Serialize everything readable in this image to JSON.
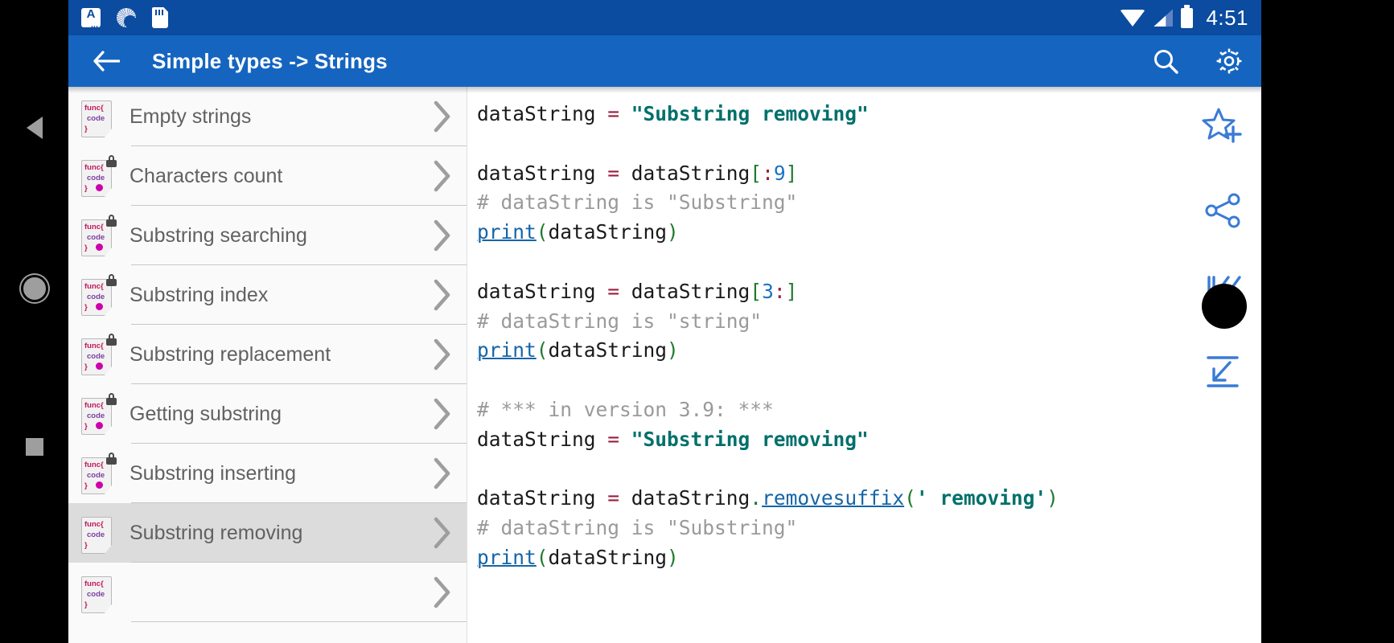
{
  "statusbar": {
    "time": "4:51",
    "icons_left": [
      "a-note-icon",
      "sync-icon",
      "sd-card-icon"
    ],
    "icons_right": [
      "wifi-icon",
      "signal-icon",
      "battery-icon"
    ]
  },
  "appbar": {
    "back_label": "back-arrow-icon",
    "title": "Simple types -> Strings",
    "actions": [
      {
        "name": "search-icon"
      },
      {
        "name": "settings-gear-icon"
      }
    ],
    "background": "#1565c0"
  },
  "sidebar": {
    "items": [
      {
        "label": "Empty strings",
        "locked": false,
        "dot": false,
        "selected": false
      },
      {
        "label": "Characters count",
        "locked": true,
        "dot": true,
        "selected": false
      },
      {
        "label": "Substring searching",
        "locked": true,
        "dot": true,
        "selected": false
      },
      {
        "label": "Substring index",
        "locked": true,
        "dot": true,
        "selected": false
      },
      {
        "label": "Substring replacement",
        "locked": true,
        "dot": true,
        "selected": false
      },
      {
        "label": "Getting substring",
        "locked": true,
        "dot": true,
        "selected": false
      },
      {
        "label": "Substring inserting",
        "locked": true,
        "dot": true,
        "selected": false
      },
      {
        "label": "Substring removing",
        "locked": false,
        "dot": false,
        "selected": true
      },
      {
        "label": "",
        "locked": false,
        "dot": false,
        "selected": false
      }
    ],
    "icon_name": "code-snippet-icon",
    "icon_text": {
      "line1": "func{",
      "line2": "code",
      "line3": "}"
    },
    "chevron_name": "chevron-right-icon"
  },
  "code": {
    "language": "python",
    "lines": [
      [
        {
          "t": "dataString ",
          "c": "k-var"
        },
        {
          "t": "=",
          "c": "k-op"
        },
        {
          "t": " ",
          "c": "k-var"
        },
        {
          "t": "\"Substring removing\"",
          "c": "k-str"
        }
      ],
      [],
      [
        {
          "t": "dataString ",
          "c": "k-var"
        },
        {
          "t": "=",
          "c": "k-op"
        },
        {
          "t": " dataString",
          "c": "k-var"
        },
        {
          "t": "[",
          "c": "k-brk"
        },
        {
          "t": ":",
          "c": "k-op"
        },
        {
          "t": "9",
          "c": "k-num"
        },
        {
          "t": "]",
          "c": "k-brk"
        }
      ],
      [
        {
          "t": "# dataString is \"Substring\"",
          "c": "k-com"
        }
      ],
      [
        {
          "t": "print",
          "c": "k-fn"
        },
        {
          "t": "(",
          "c": "k-punc"
        },
        {
          "t": "dataString",
          "c": "k-var"
        },
        {
          "t": ")",
          "c": "k-punc"
        }
      ],
      [],
      [
        {
          "t": "dataString ",
          "c": "k-var"
        },
        {
          "t": "=",
          "c": "k-op"
        },
        {
          "t": " dataString",
          "c": "k-var"
        },
        {
          "t": "[",
          "c": "k-brk"
        },
        {
          "t": "3",
          "c": "k-num"
        },
        {
          "t": ":",
          "c": "k-op"
        },
        {
          "t": "]",
          "c": "k-brk"
        }
      ],
      [
        {
          "t": "# dataString is \"string\"",
          "c": "k-com"
        }
      ],
      [
        {
          "t": "print",
          "c": "k-fn"
        },
        {
          "t": "(",
          "c": "k-punc"
        },
        {
          "t": "dataString",
          "c": "k-var"
        },
        {
          "t": ")",
          "c": "k-punc"
        }
      ],
      [],
      [
        {
          "t": "# *** in version 3.9: ***",
          "c": "k-com"
        }
      ],
      [
        {
          "t": "dataString ",
          "c": "k-var"
        },
        {
          "t": "=",
          "c": "k-op"
        },
        {
          "t": " ",
          "c": "k-var"
        },
        {
          "t": "\"Substring removing\"",
          "c": "k-str"
        }
      ],
      [],
      [
        {
          "t": "dataString ",
          "c": "k-var"
        },
        {
          "t": "=",
          "c": "k-op"
        },
        {
          "t": " dataString",
          "c": "k-var"
        },
        {
          "t": ".",
          "c": "k-punc"
        },
        {
          "t": "removesuffix",
          "c": "k-fn"
        },
        {
          "t": "(",
          "c": "k-punc"
        },
        {
          "t": "' removing'",
          "c": "k-str"
        },
        {
          "t": ")",
          "c": "k-punc"
        }
      ],
      [
        {
          "t": "# dataString is \"Substring\"",
          "c": "k-com"
        }
      ],
      [
        {
          "t": "print",
          "c": "k-fn"
        },
        {
          "t": "(",
          "c": "k-punc"
        },
        {
          "t": "dataString",
          "c": "k-var"
        },
        {
          "t": ")",
          "c": "k-punc"
        }
      ]
    ]
  },
  "toolrail": {
    "items": [
      {
        "name": "add-to-favorites-star-icon"
      },
      {
        "name": "share-icon"
      },
      {
        "name": "skip-to-start-icon"
      },
      {
        "name": "scroll-to-bottom-icon"
      }
    ],
    "color": "#3a7bd5"
  },
  "navbar": {
    "items": [
      {
        "name": "android-back-button"
      },
      {
        "name": "android-home-button"
      },
      {
        "name": "android-recents-button"
      }
    ]
  },
  "cursor": {
    "name": "touch-pointer-dot",
    "color": "#000000"
  }
}
